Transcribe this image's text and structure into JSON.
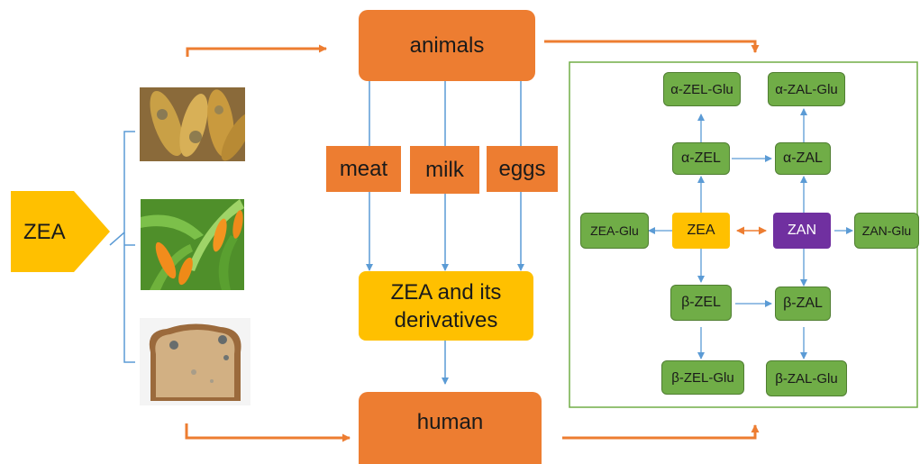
{
  "source": {
    "label": "ZEA"
  },
  "food_sources": [
    "corn-cobs",
    "corn-plants",
    "moldy-bread"
  ],
  "top_node": {
    "label": "animals"
  },
  "products": [
    {
      "id": "meat",
      "label": "meat"
    },
    {
      "id": "milk",
      "label": "milk"
    },
    {
      "id": "eggs",
      "label": "eggs"
    }
  ],
  "derivatives_node": {
    "line1": "ZEA and its",
    "line2": "derivatives"
  },
  "bottom_node": {
    "label": "human"
  },
  "metabolism": {
    "zea": "ZEA",
    "zan": "ZAN",
    "alpha_zel": "α-ZEL",
    "alpha_zal": "α-ZAL",
    "beta_zel": "β-ZEL",
    "beta_zal": "β-ZAL",
    "alpha_zel_glu": "α-ZEL-Glu",
    "alpha_zal_glu": "α-ZAL-Glu",
    "beta_zel_glu": "β-ZEL-Glu",
    "beta_zal_glu": "β-ZAL-Glu",
    "zea_glu": "ZEA-Glu",
    "zan_glu": "ZAN-Glu"
  },
  "colors": {
    "orange": "#ED7D31",
    "yellow": "#FFC000",
    "green": "#70AD47",
    "purple": "#7030A0",
    "blue_line": "#5B9BD5",
    "frame": "#70AD47"
  }
}
